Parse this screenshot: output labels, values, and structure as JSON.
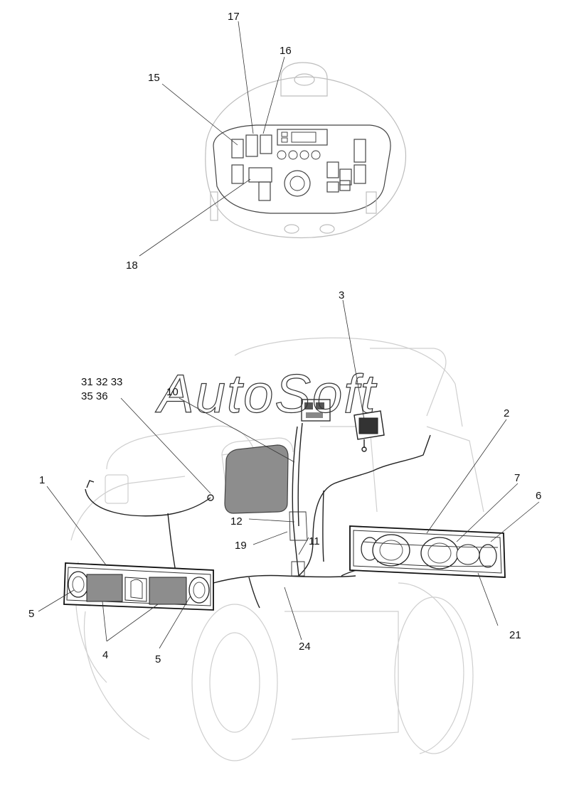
{
  "watermark": "AutoSoft",
  "callouts": {
    "c1": "1",
    "c2": "2",
    "c3": "3",
    "c4": "4",
    "c5a": "5",
    "c5b": "5",
    "c6": "6",
    "c7": "7",
    "c10": "10",
    "c11": "11",
    "c12": "12",
    "c15": "15",
    "c16": "16",
    "c17": "17",
    "c18": "18",
    "c19": "19",
    "c21": "21",
    "c24": "24",
    "c31_33": "31 32 33",
    "c35_36": "35 36"
  }
}
